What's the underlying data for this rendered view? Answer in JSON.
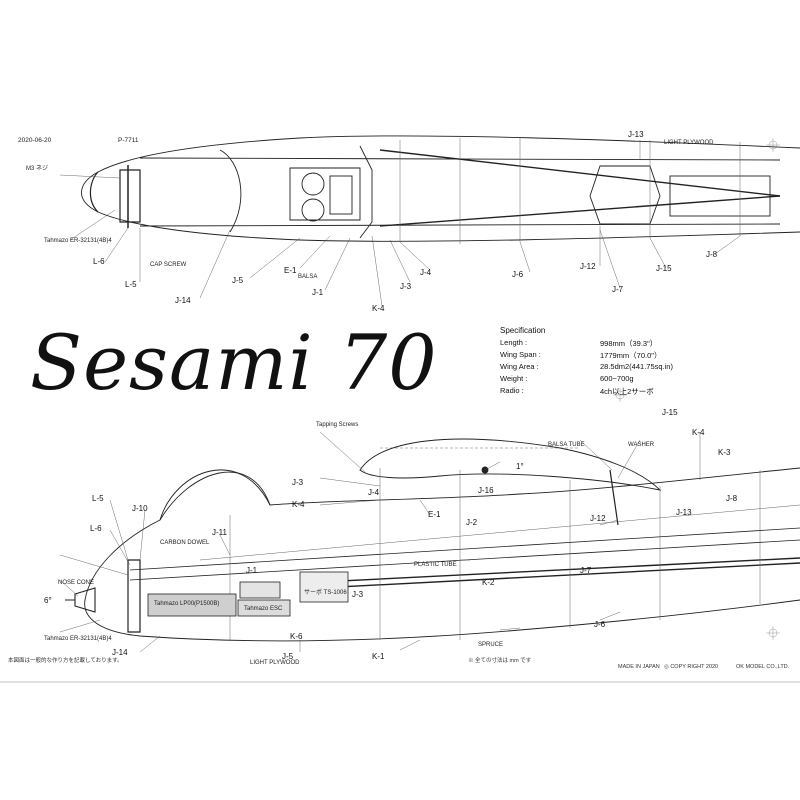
{
  "header": {
    "date": "2020-06-20",
    "drawing_code": "P-7711"
  },
  "title": "Sesami 70",
  "spec": {
    "heading": "Specification",
    "rows": [
      {
        "key": "Length :",
        "value": "998mm（39.3\"）"
      },
      {
        "key": "Wing Span :",
        "value": "1779mm（70.0\"）"
      },
      {
        "key": "Wing Area :",
        "value": "28.5dm2(441.75sq.in)"
      },
      {
        "key": "Weight :",
        "value": "600~700g"
      },
      {
        "key": "Radio :",
        "value": "4ch以上2サーボ"
      }
    ]
  },
  "top_view": {
    "part_labels": [
      "J-13",
      "L-6",
      "L-5",
      "J-14",
      "J-5",
      "E-1",
      "J-1",
      "K-4",
      "J-3",
      "J-4",
      "J-6",
      "J-12",
      "J-15",
      "J-7",
      "J-8"
    ],
    "notes": [
      "M3 ネジ",
      "Tahmazo ER-32131(4B)4",
      "LIGHT PLYWOOD",
      "BALSA",
      "CAP SCREW"
    ]
  },
  "side_view": {
    "part_labels": [
      "L-5",
      "J-10",
      "L-6",
      "J-11",
      "J-3",
      "K-4",
      "J-4",
      "E-1",
      "J-16",
      "J-2",
      "J-1",
      "J-5",
      "K-6",
      "K-2",
      "J-3",
      "J-6",
      "K-1",
      "J-14",
      "J-12",
      "J-13",
      "J-15",
      "K-4",
      "K-3",
      "J-8",
      "J-7"
    ],
    "notes": [
      "CARBON DOWEL",
      "Tapping Screws",
      "BALSA TUBE",
      "WASHER",
      "PLASTIC TUBE",
      "SPRUCE",
      "NOSE CONE",
      "Tahmazo ESC",
      "Tahmazo LP00(P1500B)",
      "サーボ TS-1006",
      "Tahmazo ER-32131(4B)4",
      "LIGHT PLYWOOD"
    ],
    "angle_top": "1°",
    "angle_nose": "6°"
  },
  "footer": {
    "left_note": "本図面は一般的な作り方を記載しております。",
    "center_note": "※ 全ての寸法は mm です",
    "made_in": "MADE IN JAPAN",
    "copyright": "◎ COPY RIGHT 2020",
    "company": "OK MODEL CO.,LTD."
  }
}
